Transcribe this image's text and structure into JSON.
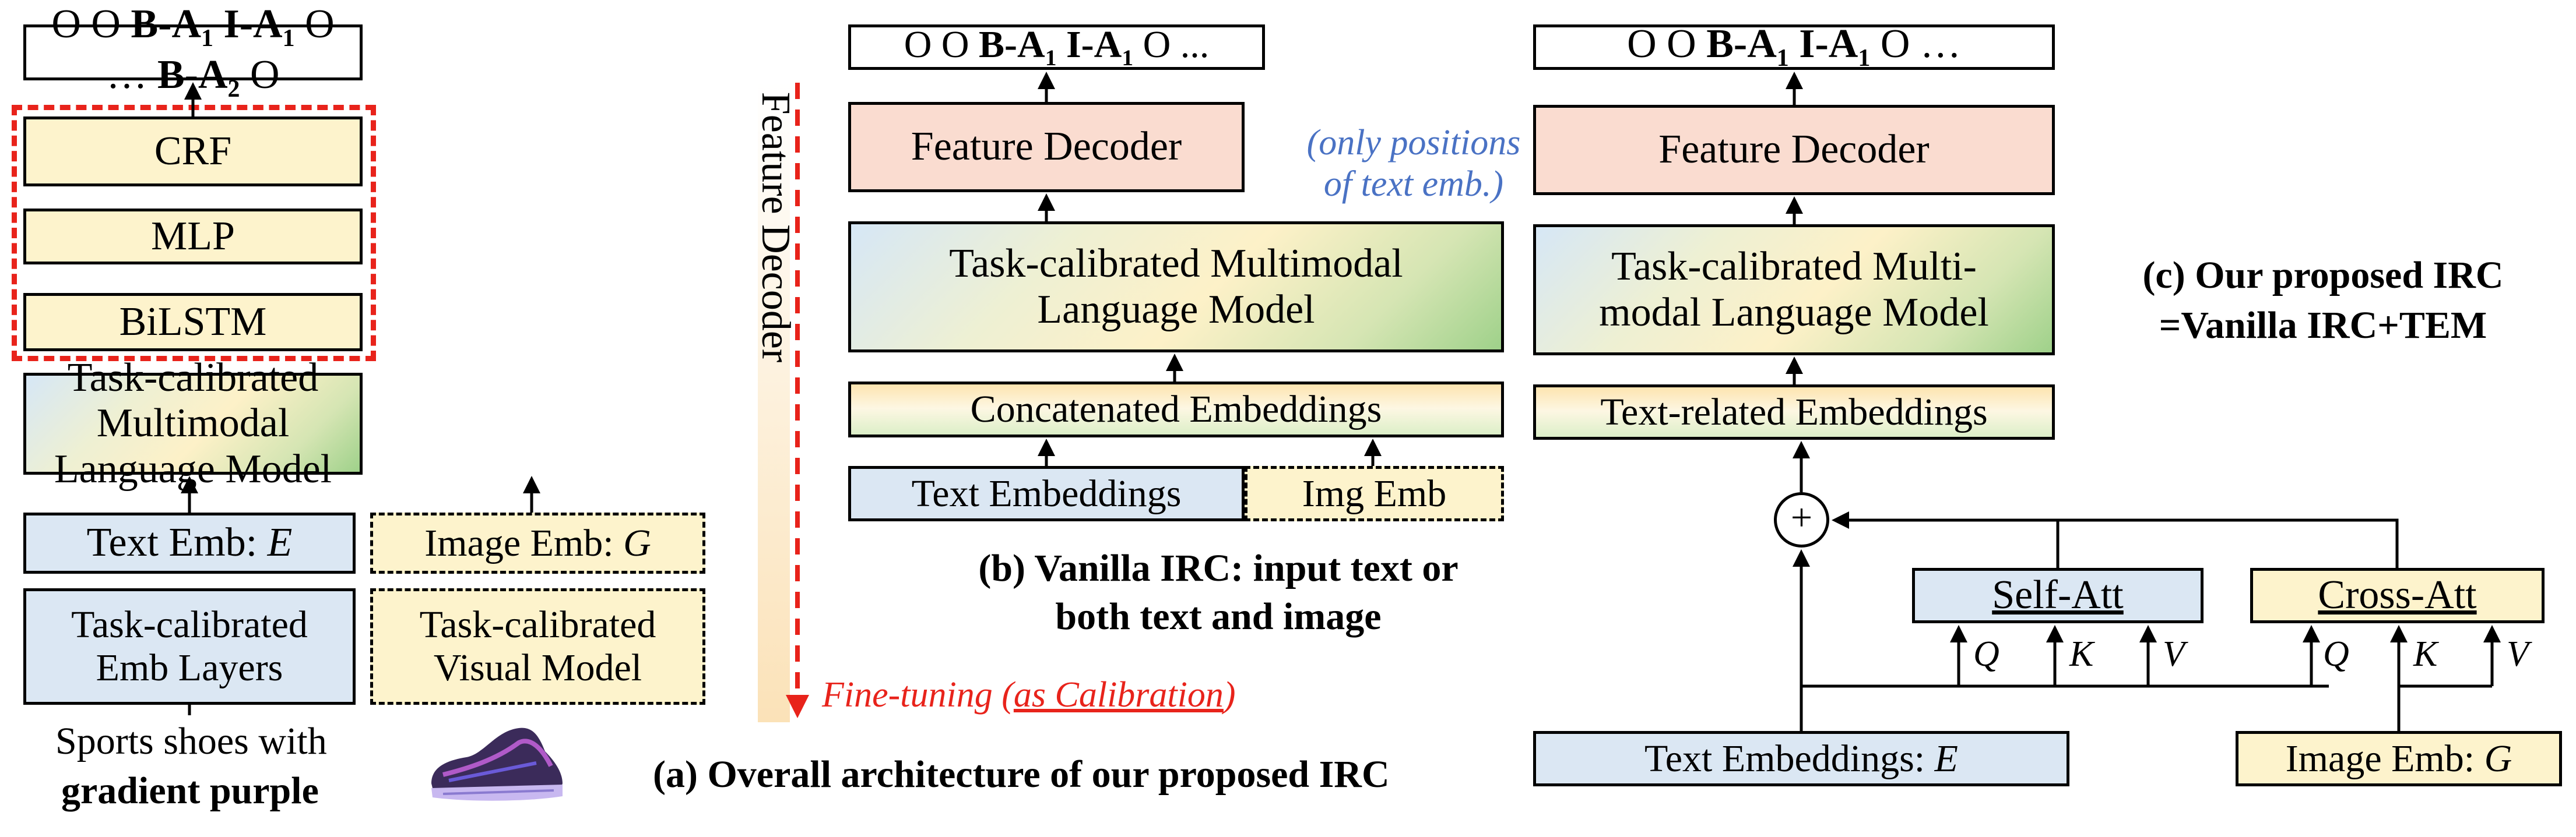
{
  "panel_a": {
    "output_seq_html": "O O <b>B-A<sub>1</sub></b> <b>I-A<sub>1</sub></b> O … <b>B-A<sub>2</sub></b> O",
    "crf": "CRF",
    "mlp": "MLP",
    "bilstm": "BiLSTM",
    "feature_decoder": "Feature Decoder",
    "lm_line1": "Task-calibrated Multimodal",
    "lm_line2": "Language Model",
    "text_emb": "Text Emb: ",
    "text_emb_var": "E",
    "image_emb": "Image Emb: ",
    "image_emb_var": "G",
    "emb_layers_line1": "Task-calibrated",
    "emb_layers_line2": "Emb Layers",
    "visual_line1": "Task-calibrated",
    "visual_line2": "Visual Model",
    "input_line1": "Sports shoes with",
    "input_line2": "gradient purple",
    "fine_tuning": "Fine-tuning (",
    "as_calibration": "as Calibration",
    "fine_tuning_close": ")",
    "caption": "(a) Overall architecture of our proposed IRC"
  },
  "panel_b": {
    "output_seq_html": "O O <b>B-A<sub>1</sub></b> <b>I-A<sub>1</sub></b> O ...",
    "feature_decoder": "Feature Decoder",
    "note_line1": "(only positions",
    "note_line2": "of text emb.)",
    "lm_line1": "Task-calibrated Multimodal",
    "lm_line2": "Language Model",
    "concat": "Concatenated Embeddings",
    "text_emb": "Text Embeddings",
    "img_emb": "Img Emb",
    "caption_line1": "(b) Vanilla IRC: input text or",
    "caption_line2": "both text and image"
  },
  "panel_c": {
    "output_seq_html": "O O <b>B-A<sub>1</sub></b> <b>I-A<sub>1</sub></b> O …",
    "feature_decoder": "Feature Decoder",
    "lm_line1": "Task-calibrated Multi-",
    "lm_line2": "modal Language Model",
    "text_related": "Text-related Embeddings",
    "plus": "+",
    "self_att": "Self-Att",
    "cross_att": "Cross-Att",
    "q": "Q",
    "k": "K",
    "v": "V",
    "text_emb": "Text Embeddings: ",
    "text_emb_var": "E",
    "image_emb": "Image Emb: ",
    "image_emb_var": "G",
    "caption_line1": "(c) Our proposed IRC",
    "caption_line2": "=Vanilla IRC+TEM"
  },
  "colors": {
    "yellow": "#fdf3cc",
    "blue": "#dbe7f3",
    "pink": "#fadcd0",
    "red": "#e8231b",
    "note_blue": "#4a72c4",
    "orange_bar": "#fbe2b8"
  },
  "icons": {
    "shoe": "shoe-image"
  }
}
